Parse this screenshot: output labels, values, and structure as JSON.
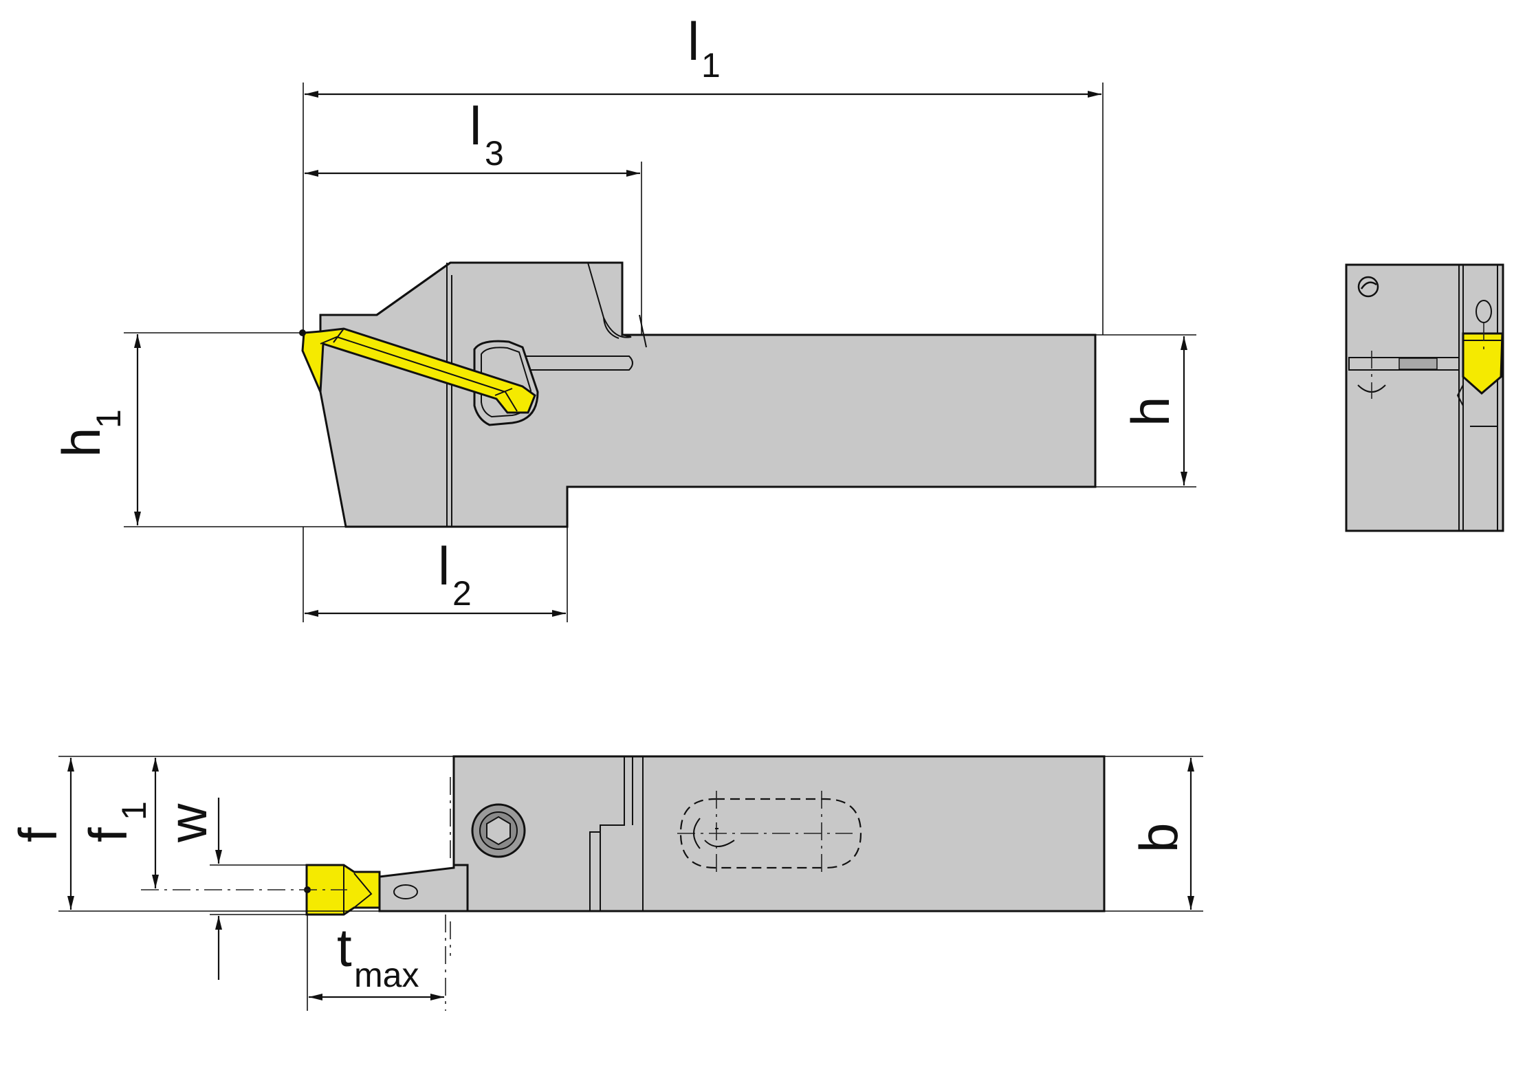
{
  "diagram": {
    "colors": {
      "body": "#c8c8c8",
      "insert": "#f5ea00",
      "outline": "#111111",
      "background": "#ffffff"
    },
    "dimensions": {
      "l1": {
        "main": "l",
        "sub": "1"
      },
      "l3": {
        "main": "l",
        "sub": "3"
      },
      "l2": {
        "main": "l",
        "sub": "2"
      },
      "h1": {
        "main": "h",
        "sub": "1"
      },
      "h": {
        "main": "h"
      },
      "f": {
        "main": "f"
      },
      "f1": {
        "main": "f",
        "sub": "1"
      },
      "w": {
        "main": "w"
      },
      "b": {
        "main": "b"
      },
      "tmax": {
        "main": "t",
        "sub": "max"
      }
    },
    "views": [
      "side-view",
      "top-view",
      "end-view"
    ]
  }
}
